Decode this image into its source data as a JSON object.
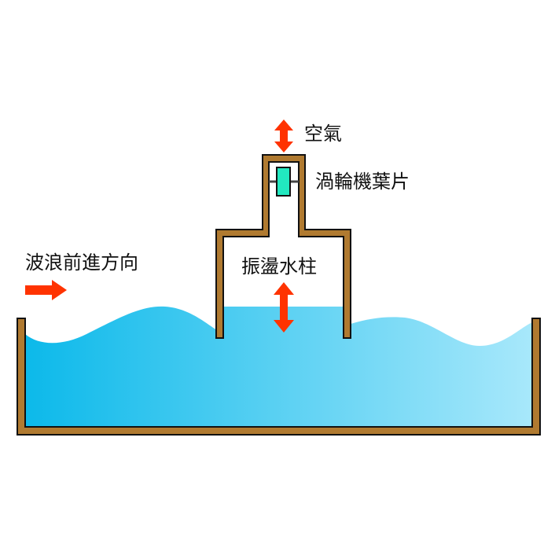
{
  "labels": {
    "air": "空氣",
    "turbine_blade": "渦輪機葉片",
    "wave_direction": "波浪前進方向",
    "oscillating_water_column": "振盪水柱"
  },
  "colors": {
    "wall": "#b07a30",
    "arrow": "#ff3300",
    "turbine": "#22e8c0",
    "water_left": "#0cb9ea",
    "water_right": "#a8e8fb"
  }
}
